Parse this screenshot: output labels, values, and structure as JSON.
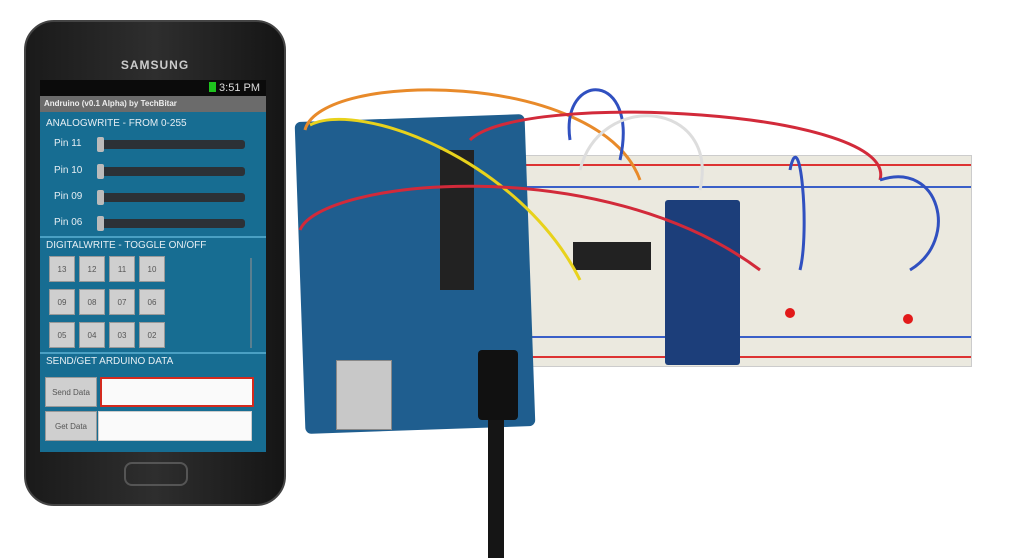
{
  "phone": {
    "brand": "SAMSUNG",
    "status_bar": {
      "time": "3:51 PM"
    },
    "app_title": "Andruino (v0.1 Alpha) by TechBitar",
    "analog": {
      "header": "ANALOGWRITE - FROM 0-255",
      "pins": [
        {
          "label": "Pin 11",
          "value": 0
        },
        {
          "label": "Pin 10",
          "value": 0
        },
        {
          "label": "Pin 09",
          "value": 0
        },
        {
          "label": "Pin 06",
          "value": 0
        }
      ]
    },
    "digital": {
      "header": "DIGITALWRITE - TOGGLE ON/OFF",
      "buttons": [
        "13",
        "12",
        "11",
        "10",
        "09",
        "08",
        "07",
        "06",
        "05",
        "04",
        "03",
        "02"
      ]
    },
    "data": {
      "header": "SEND/GET ARDUINO DATA",
      "send_label": "Send Data",
      "get_label": "Get Data",
      "send_value": "",
      "get_value": ""
    }
  },
  "colors": {
    "screen": "#176d92",
    "board": "#1f5e8f",
    "breadboard": "#ebe9df"
  }
}
